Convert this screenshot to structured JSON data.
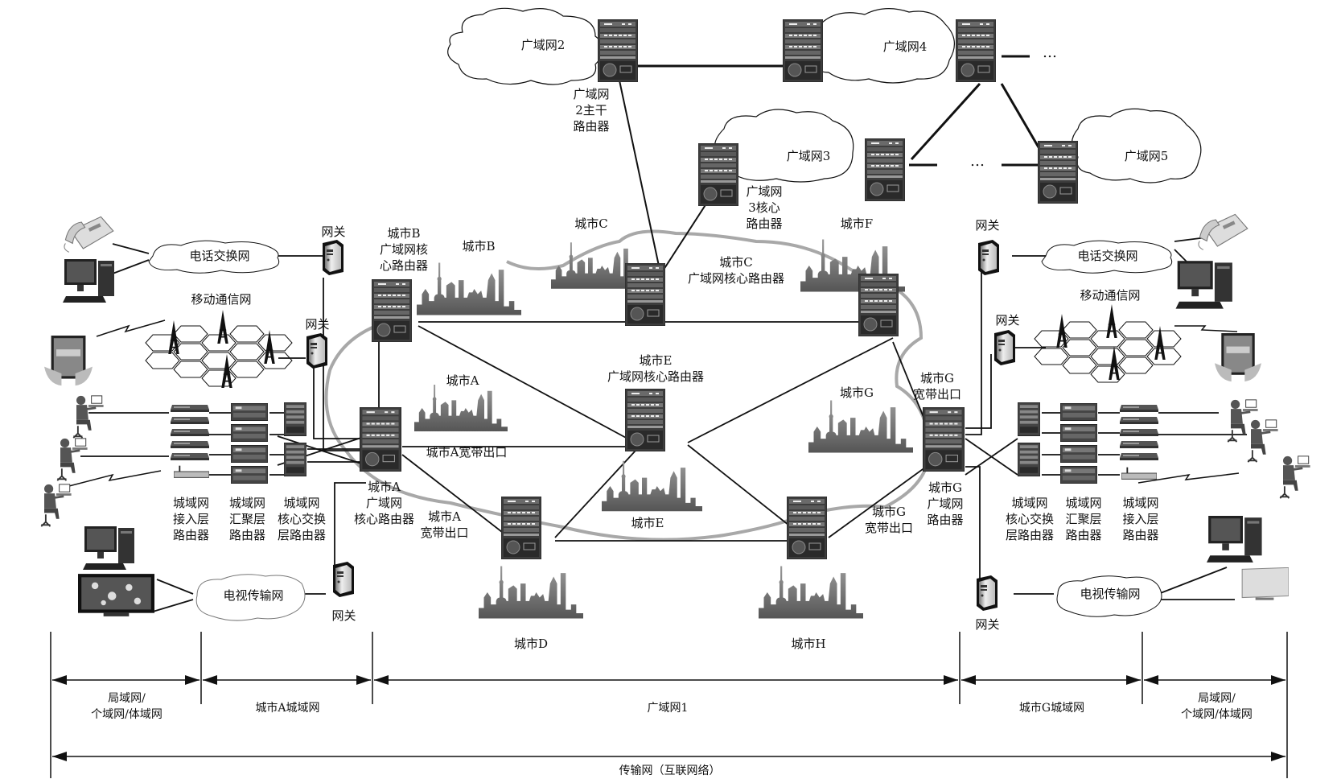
{
  "wan_clouds": {
    "wan2": "广域网2",
    "wan3": "广域网3",
    "wan4": "广域网4",
    "wan5": "广域网5",
    "ellipsis": "…"
  },
  "routers": {
    "wan2_backbone": "广域网\n2主干\n路由器",
    "wan3_core": "广域网\n3核心\n路由器",
    "city_b_core": "城市B\n广域网核\n心路由器",
    "city_c_core": "城市C\n广域网核心路由器",
    "city_e_core": "城市E\n广域网核心路由器",
    "city_a_core": "城市A\n广域网\n核心路由器",
    "city_g_router": "城市G\n广域网\n路由器"
  },
  "cities": {
    "a": "城市A",
    "b": "城市B",
    "c": "城市C",
    "d": "城市D",
    "e": "城市E",
    "f": "城市F",
    "g": "城市G",
    "h": "城市H"
  },
  "exits": {
    "city_a_broadband_h": "城市A宽带出口",
    "city_a_broadband": "城市A\n宽带出口",
    "city_g_broadband_top": "城市G\n宽带出口",
    "city_g_broadband_bottom": "城市G\n宽带出口"
  },
  "left_side": {
    "gateway": "网关",
    "phone_network": "电话交换网",
    "mobile_network": "移动通信网",
    "tv_network": "电视传输网",
    "access_layer": "城域网\n接入层\n路由器",
    "aggregation_layer": "城域网\n汇聚层\n路由器",
    "core_layer": "城域网\n核心交换\n层路由器"
  },
  "right_side": {
    "gateway": "网关",
    "phone_network": "电话交换网",
    "mobile_network": "移动通信网",
    "tv_network": "电视传输网",
    "core_layer": "城域网\n核心交换\n层路由器",
    "aggregation_layer": "城域网\n汇聚层\n路由器",
    "access_layer": "城域网\n接入层\n路由器"
  },
  "scale_bar": {
    "lan_left": "局域网/\n个域网/体域网",
    "man_a": "城市A城域网",
    "wan1": "广域网1",
    "man_g": "城市G城域网",
    "lan_right": "局域网/\n个域网/体域网",
    "transport": "传输网（互联网络）"
  }
}
